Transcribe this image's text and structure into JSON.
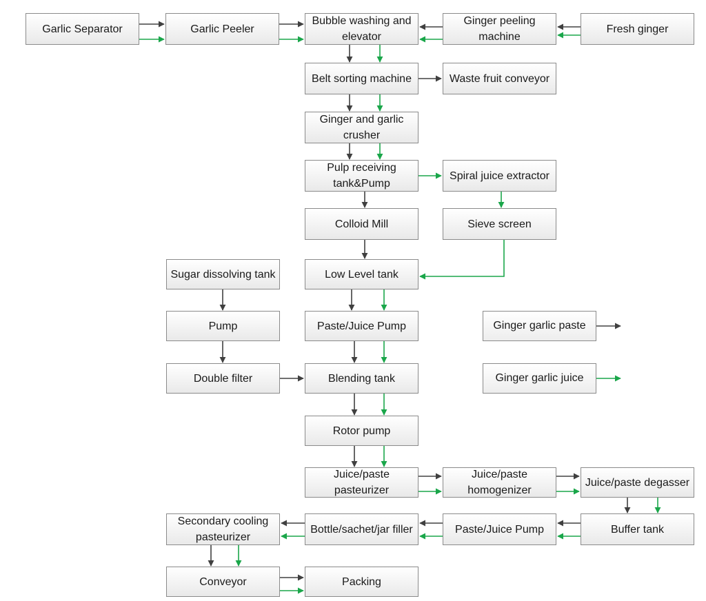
{
  "colors": {
    "paste": "#404040",
    "juice": "#1aa64a"
  },
  "nodes": {
    "garlic_separator": "Garlic Separator",
    "garlic_peeler": "Garlic Peeler",
    "bubble_washing": "Bubble washing and elevator",
    "ginger_peeling": "Ginger peeling machine",
    "fresh_ginger": "Fresh ginger",
    "belt_sorting": "Belt sorting machine",
    "waste_fruit": "Waste fruit conveyor",
    "crusher": "Ginger and garlic crusher",
    "pulp_receiving": "Pulp receiving tank&Pump",
    "spiral_extractor": "Spiral juice extractor",
    "colloid_mill": "Colloid Mill",
    "sieve_screen": "Sieve screen",
    "sugar_tank": "Sugar dissolving tank",
    "low_level_tank": "Low Level  tank",
    "pump": "Pump",
    "paste_juice_pump_1": "Paste/Juice Pump",
    "double_filter": "Double filter",
    "blending_tank": "Blending tank",
    "rotor_pump": "Rotor pump",
    "pasteurizer": "Juice/paste pasteurizer",
    "homogenizer": "Juice/paste homogenizer",
    "degasser": "Juice/paste degasser",
    "secondary_cooling": "Secondary cooling pasteurizer",
    "filler": "Bottle/sachet/jar filler",
    "paste_juice_pump_2": "Paste/Juice Pump",
    "buffer_tank": "Buffer tank",
    "conveyor": "Conveyor",
    "packing": "Packing"
  },
  "legend": {
    "paste": "Ginger garlic paste",
    "juice": "Ginger garlic juice"
  }
}
